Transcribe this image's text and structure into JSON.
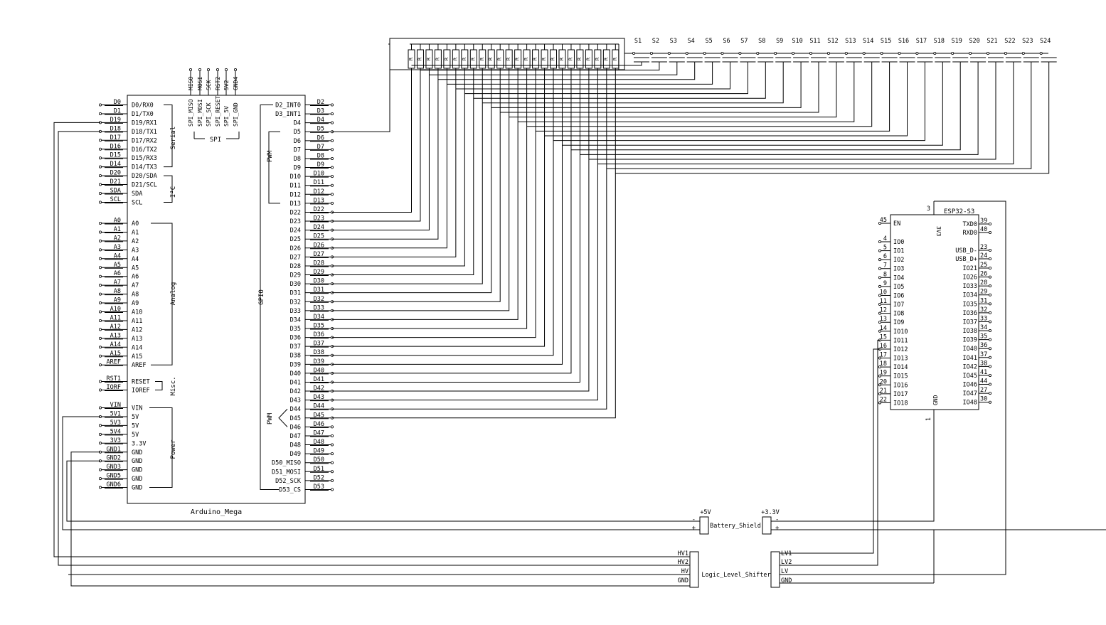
{
  "mega": {
    "name": "Arduino_Mega",
    "left_pins": [
      [
        "D0",
        "D0/RX0"
      ],
      [
        "D1",
        "D1/TX0"
      ],
      [
        "D19",
        "D19/RX1"
      ],
      [
        "D18",
        "D18/TX1"
      ],
      [
        "D17",
        "D17/RX2"
      ],
      [
        "D16",
        "D16/TX2"
      ],
      [
        "D15",
        "D15/RX3"
      ],
      [
        "D14",
        "D14/TX3"
      ],
      [
        "D20",
        "D20/SDA"
      ],
      [
        "D21",
        "D21/SCL"
      ],
      [
        "SDA",
        "SDA"
      ],
      [
        "SCL",
        "SCL"
      ],
      [
        "A0",
        "A0"
      ],
      [
        "A1",
        "A1"
      ],
      [
        "A2",
        "A2"
      ],
      [
        "A3",
        "A3"
      ],
      [
        "A4",
        "A4"
      ],
      [
        "A5",
        "A5"
      ],
      [
        "A6",
        "A6"
      ],
      [
        "A7",
        "A7"
      ],
      [
        "A8",
        "A8"
      ],
      [
        "A9",
        "A9"
      ],
      [
        "A10",
        "A10"
      ],
      [
        "A11",
        "A11"
      ],
      [
        "A12",
        "A12"
      ],
      [
        "A13",
        "A13"
      ],
      [
        "A14",
        "A14"
      ],
      [
        "A15",
        "A15"
      ],
      [
        "AREF",
        "AREF"
      ],
      [
        "RST1",
        "RESET"
      ],
      [
        "IORF",
        "IOREF"
      ],
      [
        "VIN",
        "VIN"
      ],
      [
        "5V1",
        "5V"
      ],
      [
        "5V3",
        "5V"
      ],
      [
        "5V4",
        "5V"
      ],
      [
        "3V3",
        "3.3V"
      ],
      [
        "GND1",
        "GND"
      ],
      [
        "GND2",
        "GND"
      ],
      [
        "GND3",
        "GND"
      ],
      [
        "GND5",
        "GND"
      ],
      [
        "GND6",
        "GND"
      ]
    ],
    "right_pins": [
      [
        "D2",
        "D2_INT0"
      ],
      [
        "D3",
        "D3_INT1"
      ],
      [
        "D4",
        "D4"
      ],
      [
        "D5",
        "D5"
      ],
      [
        "D6",
        "D6"
      ],
      [
        "D7",
        "D7"
      ],
      [
        "D8",
        "D8"
      ],
      [
        "D9",
        "D9"
      ],
      [
        "D10",
        "D10"
      ],
      [
        "D11",
        "D11"
      ],
      [
        "D12",
        "D12"
      ],
      [
        "D13",
        "D13"
      ],
      [
        "D22",
        "D22"
      ],
      [
        "D23",
        "D23"
      ],
      [
        "D24",
        "D24"
      ],
      [
        "D25",
        "D25"
      ],
      [
        "D26",
        "D26"
      ],
      [
        "D27",
        "D27"
      ],
      [
        "D28",
        "D28"
      ],
      [
        "D29",
        "D29"
      ],
      [
        "D30",
        "D30"
      ],
      [
        "D31",
        "D31"
      ],
      [
        "D32",
        "D32"
      ],
      [
        "D33",
        "D33"
      ],
      [
        "D34",
        "D34"
      ],
      [
        "D35",
        "D35"
      ],
      [
        "D36",
        "D36"
      ],
      [
        "D37",
        "D37"
      ],
      [
        "D38",
        "D38"
      ],
      [
        "D39",
        "D39"
      ],
      [
        "D40",
        "D40"
      ],
      [
        "D41",
        "D41"
      ],
      [
        "D42",
        "D42"
      ],
      [
        "D43",
        "D43"
      ],
      [
        "D44",
        "D44"
      ],
      [
        "D45",
        "D45"
      ],
      [
        "D46",
        "D46"
      ],
      [
        "D47",
        "D47"
      ],
      [
        "D48",
        "D48"
      ],
      [
        "D49",
        "D49"
      ],
      [
        "D50",
        "D50_MISO"
      ],
      [
        "D51",
        "D51_MOSI"
      ],
      [
        "D52",
        "D52_SCK"
      ],
      [
        "D53",
        "D53_CS"
      ]
    ],
    "top_pins": [
      [
        "MISO",
        "SPI_MISO"
      ],
      [
        "MOSI",
        "SPI_MOSI"
      ],
      [
        "SCK",
        "SPI_SCK"
      ],
      [
        "RST2",
        "SPI_RESET"
      ],
      [
        "5V2",
        "SPI_5V"
      ],
      [
        "GND4",
        "SPI_GND"
      ]
    ],
    "groups": {
      "serial": "Serial",
      "i2c": "I²C",
      "analog": "Analog",
      "misc": "Misc.",
      "power": "Power",
      "gpio": "GPIO",
      "pwm": "PWM",
      "spi": "SPI"
    }
  },
  "resistors": {
    "label": "R",
    "count": 24
  },
  "switches": [
    "S1",
    "S2",
    "S3",
    "S4",
    "S5",
    "S6",
    "S7",
    "S8",
    "S9",
    "S10",
    "S11",
    "S12",
    "S13",
    "S14",
    "S15",
    "S16",
    "S17",
    "S18",
    "S19",
    "S20",
    "S21",
    "S22",
    "S23",
    "S24"
  ],
  "esp32": {
    "name": "ESP32-S3",
    "left_pins": [
      [
        "45",
        "EN"
      ],
      [
        "4",
        "IO0"
      ],
      [
        "5",
        "IO1"
      ],
      [
        "6",
        "IO2"
      ],
      [
        "7",
        "IO3"
      ],
      [
        "8",
        "IO4"
      ],
      [
        "9",
        "IO5"
      ],
      [
        "10",
        "IO6"
      ],
      [
        "11",
        "IO7"
      ],
      [
        "12",
        "IO8"
      ],
      [
        "13",
        "IO9"
      ],
      [
        "14",
        "IO10"
      ],
      [
        "15",
        "IO11"
      ],
      [
        "16",
        "IO12"
      ],
      [
        "17",
        "IO13"
      ],
      [
        "18",
        "IO14"
      ],
      [
        "19",
        "IO15"
      ],
      [
        "20",
        "IO16"
      ],
      [
        "21",
        "IO17"
      ],
      [
        "22",
        "IO18"
      ]
    ],
    "right_pins": [
      [
        "39",
        "TXD0"
      ],
      [
        "40",
        "RXD0"
      ],
      [
        "23",
        "USB_D-"
      ],
      [
        "24",
        "USB_D+"
      ],
      [
        "25",
        "IO21"
      ],
      [
        "26",
        "IO26"
      ],
      [
        "28",
        "IO33"
      ],
      [
        "29",
        "IO34"
      ],
      [
        "31",
        "IO35"
      ],
      [
        "32",
        "IO36"
      ],
      [
        "33",
        "IO37"
      ],
      [
        "34",
        "IO38"
      ],
      [
        "35",
        "IO39"
      ],
      [
        "36",
        "IO40"
      ],
      [
        "37",
        "IO41"
      ],
      [
        "38",
        "IO42"
      ],
      [
        "41",
        "IO45"
      ],
      [
        "44",
        "IO46"
      ],
      [
        "27",
        "IO47"
      ],
      [
        "30",
        "IO48"
      ]
    ],
    "pin_3v3": {
      "num": "3",
      "name": "3V3"
    },
    "pin_gnd": {
      "num": "1",
      "name": "GND"
    }
  },
  "battery": {
    "name": "Battery_Shield",
    "v5": "+5V",
    "v33": "+3.3V",
    "minus": "-",
    "plus": "+"
  },
  "lls": {
    "name": "Logic_Level_Shifter",
    "left": [
      "HV1",
      "HV2",
      "HV",
      "GND"
    ],
    "right": [
      "LV1",
      "LV2",
      "LV",
      "GND"
    ]
  }
}
